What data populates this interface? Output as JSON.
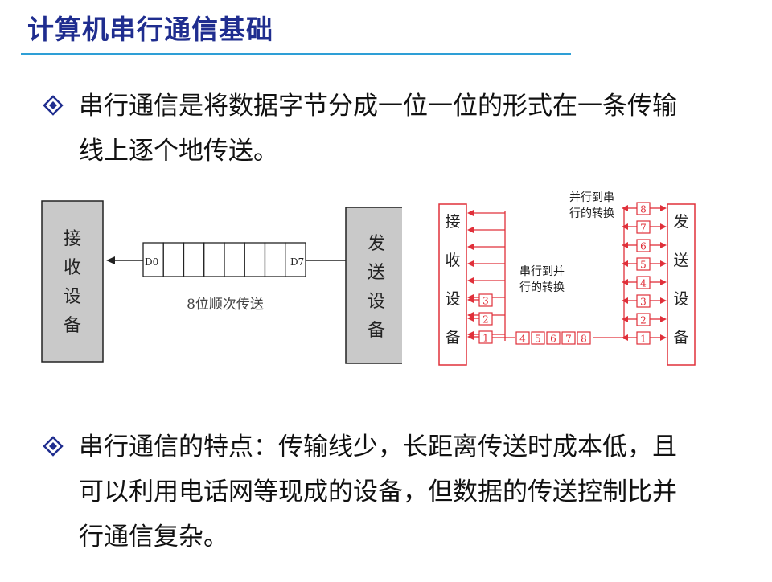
{
  "header": {
    "title": "计算机串行通信基础"
  },
  "para1": {
    "bullet_icon": "diamond-bullet-icon",
    "lines": [
      "串行通信是将数据字节分成一位一位的形式在一条传输",
      "线上逐个地传送。"
    ]
  },
  "figure_left": {
    "receiver_chars": [
      "接",
      "收",
      "设",
      "备"
    ],
    "sender_chars": [
      "发",
      "送",
      "设",
      "备"
    ],
    "first_bit": "D0",
    "last_bit": "D7",
    "caption": "8位顺次传送"
  },
  "figure_right": {
    "receiver_chars": [
      "接",
      "收",
      "设",
      "备"
    ],
    "sender_chars": [
      "发",
      "送",
      "设",
      "备"
    ],
    "p2s_label": [
      "并行到串",
      "行的转换"
    ],
    "s2p_label": [
      "串行到并",
      "行的转换"
    ],
    "sender_bits": [
      "8",
      "7",
      "6",
      "5",
      "4",
      "3",
      "2",
      "1"
    ],
    "line_bits": [
      "4",
      "5",
      "6",
      "7",
      "8"
    ],
    "receiver_bits": [
      "3",
      "2",
      "1"
    ],
    "color": "#e0303a"
  },
  "para2": {
    "bullet_icon": "diamond-bullet-icon",
    "lines": [
      "串行通信的特点：传输线少，长距离传送时成本低，且",
      "可以利用电话网等现成的设备，但数据的传送控制比并",
      "行通信复杂。"
    ]
  }
}
